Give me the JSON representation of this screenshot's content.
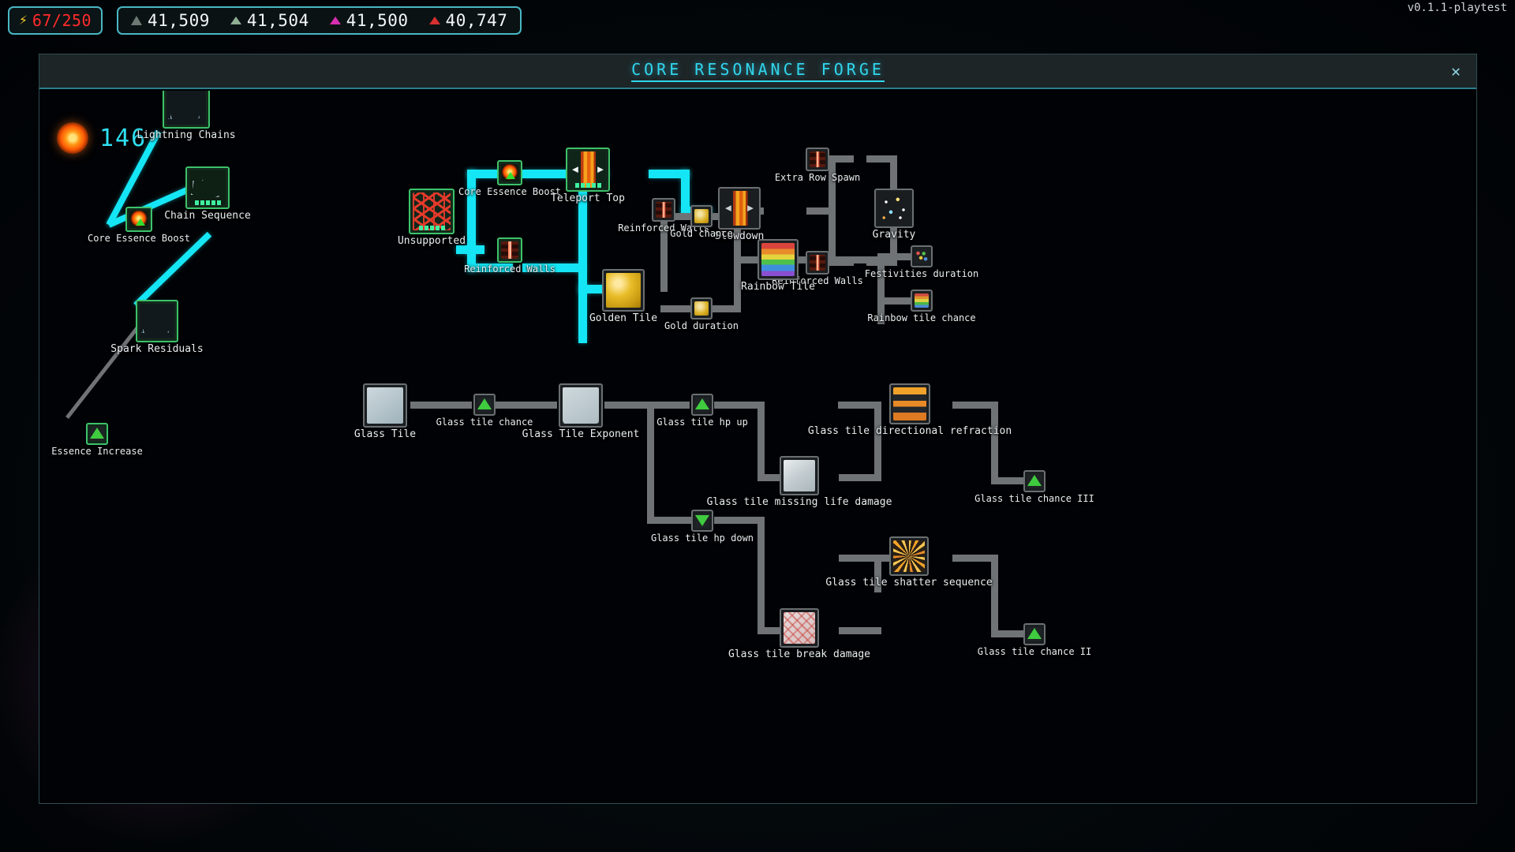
{
  "hud": {
    "energy": {
      "icon": "lightning-icon",
      "value": "67/250",
      "color": "#ff2b2b"
    },
    "scores": [
      {
        "icon": "triangle-icon",
        "color": "#6d7a74",
        "value": "41,509"
      },
      {
        "icon": "triangle-icon",
        "color": "#8fae94",
        "value": "41,504"
      },
      {
        "icon": "triangle-icon",
        "color": "#d62fb0",
        "value": "41,500"
      },
      {
        "icon": "triangle-icon",
        "color": "#d62f2f",
        "value": "40,747"
      }
    ],
    "version": "v0.1.1-playtest"
  },
  "modal": {
    "title": "CORE RESONANCE FORGE",
    "close_label": "✕",
    "accent": "#31d6ee"
  },
  "essence": {
    "icon": "essence-orb-icon",
    "value": "146",
    "color": "#2fe0f2"
  },
  "legend": {
    "unlocked_color": "#3dc26b",
    "locked_color": "#6a6f71",
    "link_on_color": "#15e6f5",
    "link_off_color": "#6f7375"
  },
  "nodes": [
    {
      "id": "lightning-chains",
      "label": "Lightning Chains",
      "state": "unlocked"
    },
    {
      "id": "core-essence-boost-1",
      "label": "Core Essence Boost",
      "state": "unlocked"
    },
    {
      "id": "chain-sequence",
      "label": "Chain Sequence",
      "state": "unlocked"
    },
    {
      "id": "spark-residuals",
      "label": "Spark Residuals",
      "state": "unlocked"
    },
    {
      "id": "essence-increase",
      "label": "Essence Increase",
      "state": "unlocked"
    },
    {
      "id": "unsupported",
      "label": "Unsupported",
      "state": "unlocked"
    },
    {
      "id": "core-essence-boost-2",
      "label": "Core Essence Boost",
      "state": "unlocked"
    },
    {
      "id": "reinforced-walls-1",
      "label": "Reinforced Walls",
      "state": "unlocked"
    },
    {
      "id": "teleport-top",
      "label": "Teleport Top",
      "state": "unlocked"
    },
    {
      "id": "reinforced-walls-2",
      "label": "Reinforced Walls",
      "state": "locked"
    },
    {
      "id": "slowdown",
      "label": "Slowdown",
      "state": "locked"
    },
    {
      "id": "extra-row-spawn",
      "label": "Extra Row Spawn",
      "state": "locked"
    },
    {
      "id": "reinforced-walls-3",
      "label": "Reinforced Walls",
      "state": "locked"
    },
    {
      "id": "gravity",
      "label": "Gravity",
      "state": "locked"
    },
    {
      "id": "golden-tile",
      "label": "Golden Tile",
      "state": "locked"
    },
    {
      "id": "gold-chance",
      "label": "Gold chance",
      "state": "locked"
    },
    {
      "id": "gold-duration",
      "label": "Gold duration",
      "state": "locked"
    },
    {
      "id": "rainbow-tile",
      "label": "Rainbow Tile",
      "state": "locked"
    },
    {
      "id": "festivities-duration",
      "label": "Festivities duration",
      "state": "locked"
    },
    {
      "id": "rainbow-tile-chance",
      "label": "Rainbow tile chance",
      "state": "locked"
    },
    {
      "id": "glass-tile",
      "label": "Glass Tile",
      "state": "locked"
    },
    {
      "id": "glass-tile-chance",
      "label": "Glass tile chance",
      "state": "locked"
    },
    {
      "id": "glass-tile-exponent",
      "label": "Glass Tile Exponent",
      "state": "locked"
    },
    {
      "id": "glass-tile-hp-up",
      "label": "Glass tile hp up",
      "state": "locked"
    },
    {
      "id": "glass-tile-hp-down",
      "label": "Glass tile hp down",
      "state": "locked"
    },
    {
      "id": "glass-tile-directional-refraction",
      "label": "Glass tile directional refraction",
      "state": "locked"
    },
    {
      "id": "glass-tile-missing-life-damage",
      "label": "Glass tile missing life damage",
      "state": "locked"
    },
    {
      "id": "glass-tile-chance-iii",
      "label": "Glass tile chance III",
      "state": "locked"
    },
    {
      "id": "glass-tile-shatter-sequence",
      "label": "Glass tile shatter sequence",
      "state": "locked"
    },
    {
      "id": "glass-tile-break-damage",
      "label": "Glass tile break damage",
      "state": "locked"
    },
    {
      "id": "glass-tile-chance-ii",
      "label": "Glass tile chance II",
      "state": "locked"
    }
  ]
}
